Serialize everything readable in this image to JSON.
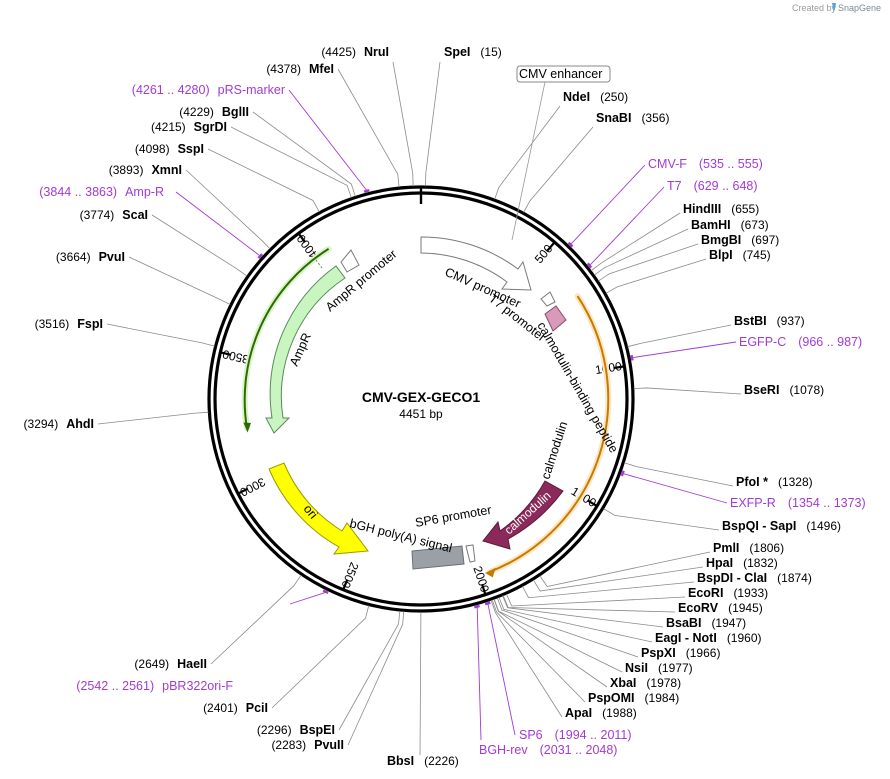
{
  "header": {
    "credit_prefix": "Created by",
    "credit_brand": "SnapGene"
  },
  "plasmid": {
    "name": "CMV-GEX-GECO1",
    "size_label": "4451 bp",
    "total_bp": 4451
  },
  "colors": {
    "primer": "#a23bd4",
    "ampr": "#c8f5c0",
    "ampr_stroke": "#5a8a5a",
    "ori": "#ffff00",
    "calmodulin": "#8b2a5a",
    "polya": "#9aa0a6",
    "cds_arc_green": "#2f6a00",
    "cds_arc_orange": "#c77a00",
    "promoter_stroke": "#7a7a7a"
  },
  "ticks": [
    {
      "bp": 500,
      "label": "500"
    },
    {
      "bp": 1000,
      "label": "1000"
    },
    {
      "bp": 1500,
      "label": "1500"
    },
    {
      "bp": 2000,
      "label": "2000"
    },
    {
      "bp": 2500,
      "label": "2500"
    },
    {
      "bp": 3000,
      "label": "3000"
    },
    {
      "bp": 3500,
      "label": "3500"
    },
    {
      "bp": 4000,
      "label": "4000"
    }
  ],
  "enzymes": [
    {
      "side": "top",
      "name": "NruI",
      "pos": "(4425)",
      "bp": 4425
    },
    {
      "side": "top",
      "name": "SpeI",
      "pos": "(15)",
      "bp": 15
    },
    {
      "side": "right",
      "name": "NdeI",
      "pos": "(250)",
      "bp": 250
    },
    {
      "side": "right",
      "name": "SnaBI",
      "pos": "(356)",
      "bp": 356
    },
    {
      "side": "right",
      "name": "HindIII",
      "pos": "(655)",
      "bp": 655
    },
    {
      "side": "right",
      "name": "BamHI",
      "pos": "(673)",
      "bp": 673
    },
    {
      "side": "right",
      "name": "BmgBI",
      "pos": "(697)",
      "bp": 697
    },
    {
      "side": "right",
      "name": "BlpI",
      "pos": "(745)",
      "bp": 745
    },
    {
      "side": "right",
      "name": "BstBI",
      "pos": "(937)",
      "bp": 937
    },
    {
      "side": "right",
      "name": "BseRI",
      "pos": "(1078)",
      "bp": 1078
    },
    {
      "side": "right",
      "name": "PfoI *",
      "pos": "(1328)",
      "bp": 1328
    },
    {
      "side": "right",
      "name": "BspQI  - SapI",
      "pos": "(1496)",
      "bp": 1496
    },
    {
      "side": "right",
      "name": "PmlI",
      "pos": "(1806)",
      "bp": 1806
    },
    {
      "side": "right",
      "name": "HpaI",
      "pos": "(1832)",
      "bp": 1832
    },
    {
      "side": "right",
      "name": "BspDI  - ClaI",
      "pos": "(1874)",
      "bp": 1874
    },
    {
      "side": "right",
      "name": "EcoRI",
      "pos": "(1933)",
      "bp": 1933
    },
    {
      "side": "right",
      "name": "EcoRV",
      "pos": "(1945)",
      "bp": 1945
    },
    {
      "side": "right",
      "name": "BsaBI",
      "pos": "(1947)",
      "bp": 1947
    },
    {
      "side": "right",
      "name": "EagI  - NotI",
      "pos": "(1960)",
      "bp": 1960
    },
    {
      "side": "right",
      "name": "PspXI",
      "pos": "(1966)",
      "bp": 1966
    },
    {
      "side": "right",
      "name": "NsiI",
      "pos": "(1977)",
      "bp": 1977
    },
    {
      "side": "right",
      "name": "XbaI",
      "pos": "(1978)",
      "bp": 1978
    },
    {
      "side": "right",
      "name": "PspOMI",
      "pos": "(1984)",
      "bp": 1984
    },
    {
      "side": "right",
      "name": "ApaI",
      "pos": "(1988)",
      "bp": 1988
    },
    {
      "side": "bottom",
      "name": "BbsI",
      "pos": "(2226)",
      "bp": 2226
    },
    {
      "side": "left",
      "name": "PvuII",
      "pos": "(2283)",
      "bp": 2283
    },
    {
      "side": "left",
      "name": "BspEI",
      "pos": "(2296)",
      "bp": 2296
    },
    {
      "side": "left",
      "name": "PciI",
      "pos": "(2401)",
      "bp": 2401
    },
    {
      "side": "left",
      "name": "HaeII",
      "pos": "(2649)",
      "bp": 2649
    },
    {
      "side": "left",
      "name": "AhdI",
      "pos": "(3294)",
      "bp": 3294
    },
    {
      "side": "left",
      "name": "FspI",
      "pos": "(3516)",
      "bp": 3516
    },
    {
      "side": "left",
      "name": "PvuI",
      "pos": "(3664)",
      "bp": 3664
    },
    {
      "side": "left",
      "name": "ScaI",
      "pos": "(3774)",
      "bp": 3774
    },
    {
      "side": "left",
      "name": "XmnI",
      "pos": "(3893)",
      "bp": 3893
    },
    {
      "side": "left",
      "name": "SspI",
      "pos": "(4098)",
      "bp": 4098
    },
    {
      "side": "left",
      "name": "SgrDI",
      "pos": "(4215)",
      "bp": 4215
    },
    {
      "side": "left",
      "name": "BglII",
      "pos": "(4229)",
      "bp": 4229
    },
    {
      "side": "left",
      "name": "MfeI",
      "pos": "(4378)",
      "bp": 4378
    }
  ],
  "primers": [
    {
      "side": "right",
      "name": "CMV-F",
      "range": "(535 .. 555)",
      "bp": 545
    },
    {
      "side": "right",
      "name": "T7",
      "range": "(629 .. 648)",
      "bp": 638
    },
    {
      "side": "right",
      "name": "EGFP-C",
      "range": "(966 .. 987)",
      "bp": 976
    },
    {
      "side": "right",
      "name": "EXFP-R",
      "range": "(1354 .. 1373)",
      "bp": 1363
    },
    {
      "side": "bottom",
      "name": "SP6",
      "range": "(1994 .. 2011)",
      "bp": 2002
    },
    {
      "side": "bottom",
      "name": "BGH-rev",
      "range": "(2031 .. 2048)",
      "bp": 2039
    },
    {
      "side": "left",
      "name": "pBR322ori-F",
      "range": "(2542 .. 2561)",
      "bp": 2551
    },
    {
      "side": "left",
      "name": "Amp-R",
      "range": "(3844 .. 3863)",
      "bp": 3853
    },
    {
      "side": "left",
      "name": "pRS-marker",
      "range": "(4261 .. 4280)",
      "bp": 4270
    }
  ],
  "features": {
    "cmv_enhancer": "CMV enhancer",
    "cmv_promoter": "CMV promoter",
    "t7_promoter": "T7 promoter",
    "cbp": "calmodulin-binding peptide",
    "calmodulin_inner": "calmodulin",
    "calmodulin_outer": "calmodulin",
    "sp6_promoter": "SP6 promoter",
    "bgh_polya": "bGH poly(A) signal",
    "ori": "ori",
    "ampr": "AmpR",
    "ampr_promoter": "AmpR promoter"
  }
}
